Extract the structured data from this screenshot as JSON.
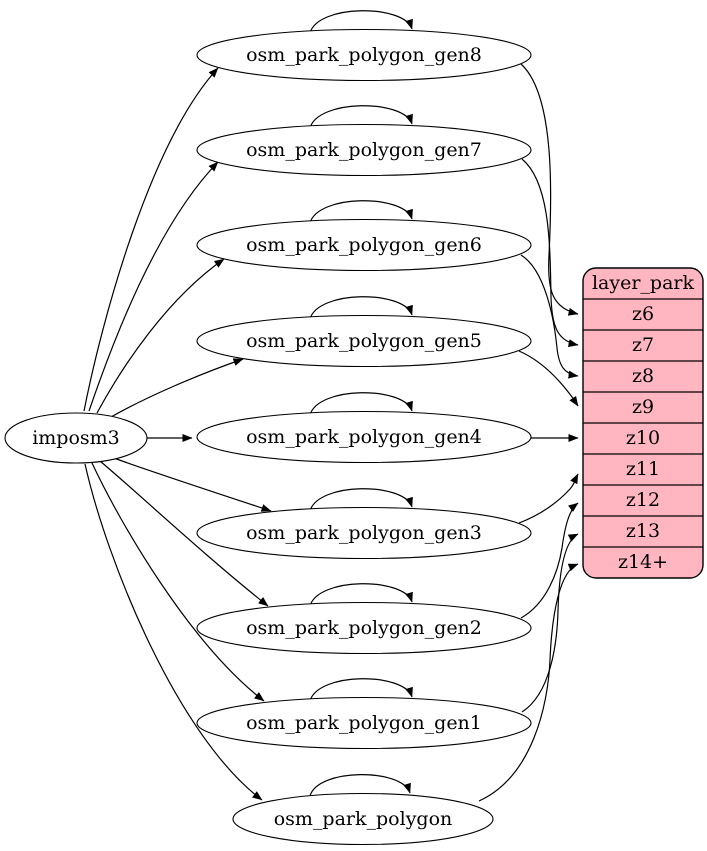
{
  "diagram": {
    "kind": "dependency-graph",
    "background_color": "#ffffff",
    "line_color": "#000000",
    "node_fill_color": "#ffffff",
    "source_node": {
      "label": "imposm3"
    },
    "table_nodes": [
      {
        "label": "osm_park_polygon_gen8",
        "feeds_zoom": "z6",
        "self_loop": true
      },
      {
        "label": "osm_park_polygon_gen7",
        "feeds_zoom": "z7",
        "self_loop": true
      },
      {
        "label": "osm_park_polygon_gen6",
        "feeds_zoom": "z8",
        "self_loop": true
      },
      {
        "label": "osm_park_polygon_gen5",
        "feeds_zoom": "z9",
        "self_loop": true
      },
      {
        "label": "osm_park_polygon_gen4",
        "feeds_zoom": "z10",
        "self_loop": true
      },
      {
        "label": "osm_park_polygon_gen3",
        "feeds_zoom": "z11",
        "self_loop": true
      },
      {
        "label": "osm_park_polygon_gen2",
        "feeds_zoom": "z12",
        "self_loop": true
      },
      {
        "label": "osm_park_polygon_gen1",
        "feeds_zoom": "z13",
        "self_loop": true
      },
      {
        "label": "osm_park_polygon",
        "feeds_zoom": "z14+",
        "self_loop": true
      }
    ],
    "layer_table": {
      "title": "layer_park",
      "fill_color": "#ffb6c1",
      "stroke_color": "#000000",
      "rows": [
        "z6",
        "z7",
        "z8",
        "z9",
        "z10",
        "z11",
        "z12",
        "z13",
        "z14+"
      ]
    },
    "edges": [
      {
        "from": "imposm3",
        "to": "osm_park_polygon_gen8"
      },
      {
        "from": "imposm3",
        "to": "osm_park_polygon_gen7"
      },
      {
        "from": "imposm3",
        "to": "osm_park_polygon_gen6"
      },
      {
        "from": "imposm3",
        "to": "osm_park_polygon_gen5"
      },
      {
        "from": "imposm3",
        "to": "osm_park_polygon_gen4"
      },
      {
        "from": "imposm3",
        "to": "osm_park_polygon_gen3"
      },
      {
        "from": "imposm3",
        "to": "osm_park_polygon_gen2"
      },
      {
        "from": "imposm3",
        "to": "osm_park_polygon_gen1"
      },
      {
        "from": "imposm3",
        "to": "osm_park_polygon"
      },
      {
        "from": "osm_park_polygon_gen8",
        "to": "osm_park_polygon_gen8",
        "type": "self-loop"
      },
      {
        "from": "osm_park_polygon_gen7",
        "to": "osm_park_polygon_gen7",
        "type": "self-loop"
      },
      {
        "from": "osm_park_polygon_gen6",
        "to": "osm_park_polygon_gen6",
        "type": "self-loop"
      },
      {
        "from": "osm_park_polygon_gen5",
        "to": "osm_park_polygon_gen5",
        "type": "self-loop"
      },
      {
        "from": "osm_park_polygon_gen4",
        "to": "osm_park_polygon_gen4",
        "type": "self-loop"
      },
      {
        "from": "osm_park_polygon_gen3",
        "to": "osm_park_polygon_gen3",
        "type": "self-loop"
      },
      {
        "from": "osm_park_polygon_gen2",
        "to": "osm_park_polygon_gen2",
        "type": "self-loop"
      },
      {
        "from": "osm_park_polygon_gen1",
        "to": "osm_park_polygon_gen1",
        "type": "self-loop"
      },
      {
        "from": "osm_park_polygon",
        "to": "osm_park_polygon",
        "type": "self-loop"
      },
      {
        "from": "osm_park_polygon_gen8",
        "to": "layer_park:z6"
      },
      {
        "from": "osm_park_polygon_gen7",
        "to": "layer_park:z7"
      },
      {
        "from": "osm_park_polygon_gen6",
        "to": "layer_park:z8"
      },
      {
        "from": "osm_park_polygon_gen5",
        "to": "layer_park:z9"
      },
      {
        "from": "osm_park_polygon_gen4",
        "to": "layer_park:z10"
      },
      {
        "from": "osm_park_polygon_gen3",
        "to": "layer_park:z11"
      },
      {
        "from": "osm_park_polygon_gen2",
        "to": "layer_park:z12"
      },
      {
        "from": "osm_park_polygon_gen1",
        "to": "layer_park:z13"
      },
      {
        "from": "osm_park_polygon",
        "to": "layer_park:z14+"
      }
    ]
  }
}
